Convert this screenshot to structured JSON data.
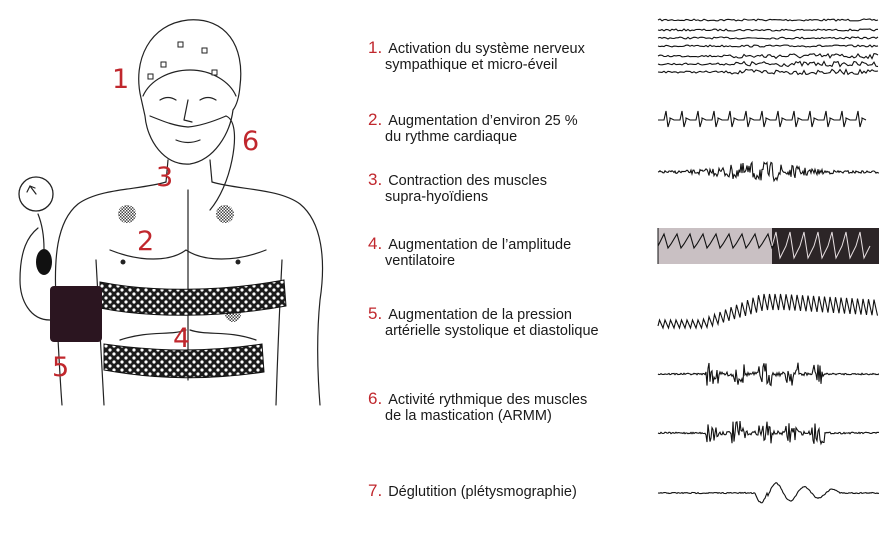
{
  "figure": {
    "body_labels": [
      "1",
      "2",
      "3",
      "4",
      "5",
      "6"
    ],
    "items": [
      {
        "number": "1.",
        "line1": "Activation du système nerveux",
        "line2": "sympathique et micro-éveil"
      },
      {
        "number": "2.",
        "line1": "Augmentation d’environ 25 %",
        "line2": "du rythme cardiaque"
      },
      {
        "number": "3.",
        "line1": "Contraction des muscles",
        "line2": "supra-hyoïdiens"
      },
      {
        "number": "4.",
        "line1": "Augmentation de l’amplitude",
        "line2": "ventilatoire"
      },
      {
        "number": "5.",
        "line1": "Augmentation de la pression",
        "line2": "artérielle systolique et diastolique"
      },
      {
        "number": "6.",
        "line1": "Activité rythmique des muscles",
        "line2": "de la mastication (ARMM)"
      },
      {
        "number": "7.",
        "line1": "Déglutition (plétysmographie)",
        "line2": ""
      }
    ],
    "colors": {
      "number_red": "#c0272d",
      "text": "#1a1a1a",
      "trace": "#111111",
      "grid_bg": "#c9c0c3"
    }
  }
}
